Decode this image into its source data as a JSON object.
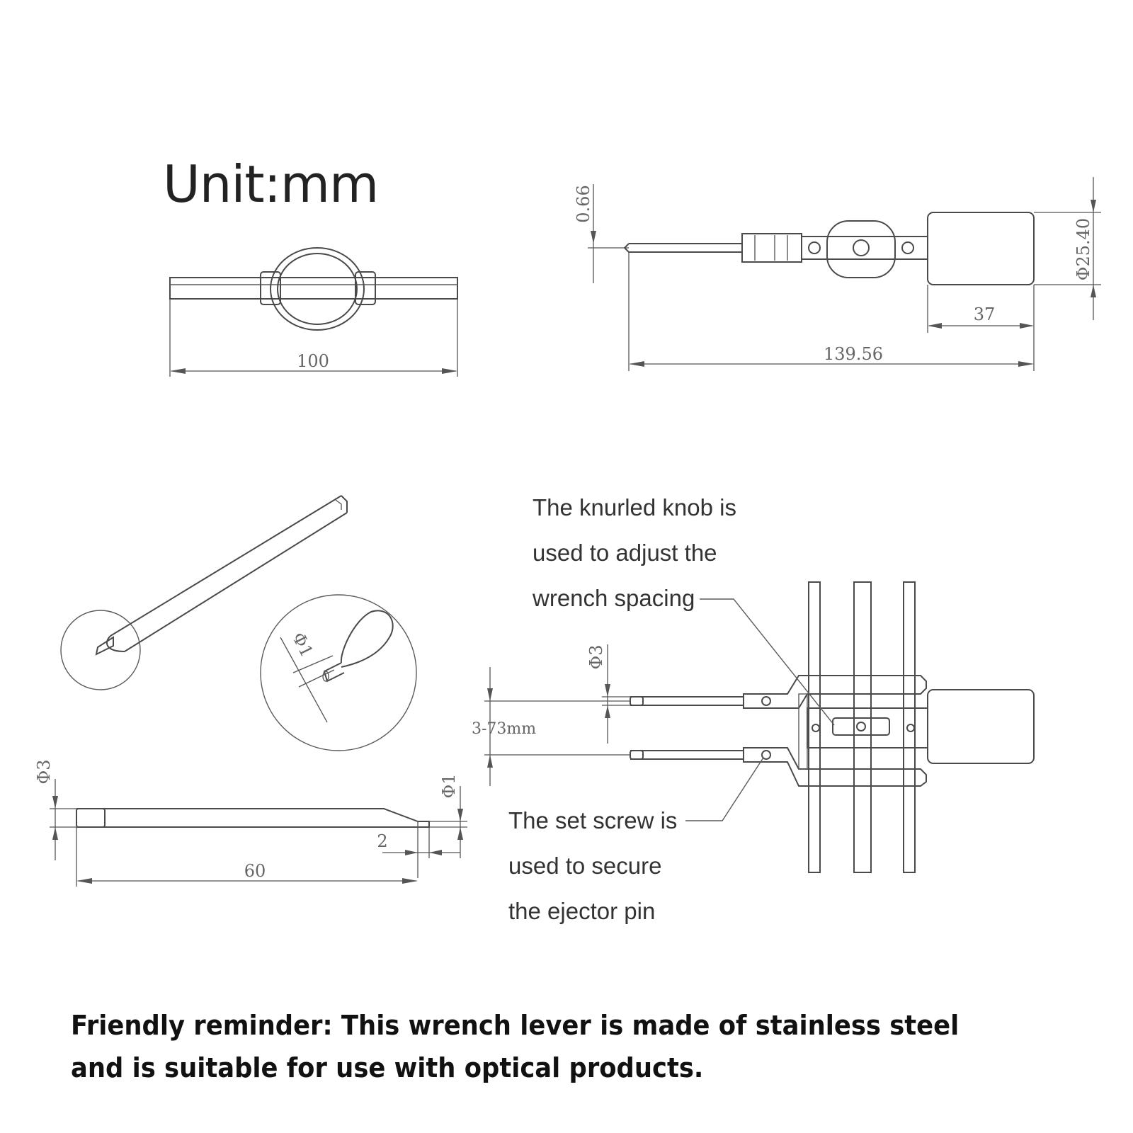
{
  "title": "Unit:mm",
  "dimensions": {
    "width_side_view": "100",
    "tip_height": "0.66",
    "knob_diameter": "Φ25.40",
    "knob_length": "37",
    "overall_length": "139.56",
    "pin_diameter": "Φ3",
    "tip_diameter": "Φ1",
    "tip_length": "2",
    "pin_length": "60",
    "tip_diameter_detail": "Φ1",
    "jaw_pin_diameter": "Φ3",
    "spacing_range": "3-73mm"
  },
  "notes": {
    "knurled_knob": [
      "The knurled knob is",
      "used to adjust the",
      "wrench spacing"
    ],
    "set_screw": [
      "The set screw is",
      "used to secure",
      "the ejector pin"
    ]
  },
  "reminder": "Friendly reminder: This wrench lever is made of stainless steel and is suitable for use with optical products."
}
